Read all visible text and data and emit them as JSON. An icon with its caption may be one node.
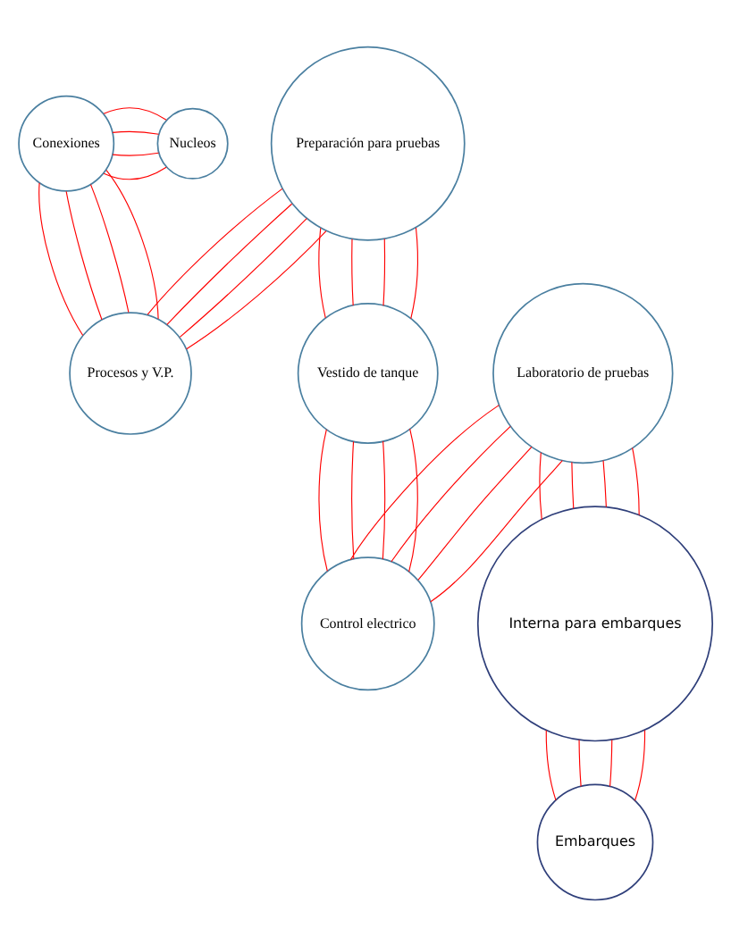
{
  "diagram": {
    "nodes": [
      {
        "text": [
          "Conexiones"
        ]
      },
      {
        "text": [
          "Nucleos"
        ]
      },
      {
        "text": [
          "Preparación para pruebas"
        ]
      },
      {
        "text": [
          "Procesos y V.P."
        ]
      },
      {
        "text": [
          "Laboratorio de pruebas"
        ]
      },
      {
        "text": [
          "Vestido de tanque"
        ]
      },
      {
        "text": [
          "Control electrico"
        ]
      },
      {
        "text": [
          "Interna para embarques"
        ]
      },
      {
        "text": [
          "Embarques"
        ]
      }
    ],
    "edges": [
      {
        "from": 0,
        "to": 1,
        "arrow": "none"
      },
      {
        "from": 0,
        "to": 1,
        "arrow": "none"
      },
      {
        "from": 0,
        "to": 1,
        "arrow": "none"
      },
      {
        "from": 0,
        "to": 1,
        "arrow": "none"
      },
      {
        "from": 0,
        "to": 3,
        "arrow": "none"
      },
      {
        "from": 0,
        "to": 3,
        "arrow": "none"
      },
      {
        "from": 0,
        "to": 3,
        "arrow": "none"
      },
      {
        "from": 0,
        "to": 3,
        "arrow": "none"
      },
      {
        "from": 2,
        "to": 3,
        "arrow": "none"
      },
      {
        "from": 2,
        "to": 3,
        "arrow": "none"
      },
      {
        "from": 2,
        "to": 3,
        "arrow": "none"
      },
      {
        "from": 2,
        "to": 3,
        "arrow": "none"
      },
      {
        "from": 2,
        "to": 5,
        "arrow": "none"
      },
      {
        "from": 2,
        "to": 5,
        "arrow": "none"
      },
      {
        "from": 2,
        "to": 5,
        "arrow": "none"
      },
      {
        "from": 2,
        "to": 5,
        "arrow": "none"
      },
      {
        "from": 4,
        "to": 6,
        "arrow": "none"
      },
      {
        "from": 4,
        "to": 6,
        "arrow": "none"
      },
      {
        "from": 4,
        "to": 6,
        "arrow": "none"
      },
      {
        "from": 4,
        "to": 6,
        "arrow": "none"
      },
      {
        "from": 5,
        "to": 6,
        "arrow": "none"
      },
      {
        "from": 5,
        "to": 6,
        "arrow": "none"
      },
      {
        "from": 5,
        "to": 6,
        "arrow": "none"
      },
      {
        "from": 5,
        "to": 6,
        "arrow": "none"
      },
      {
        "from": 4,
        "to": 7,
        "arrow": "none"
      },
      {
        "from": 4,
        "to": 7,
        "arrow": "none"
      },
      {
        "from": 4,
        "to": 7,
        "arrow": "none"
      },
      {
        "from": 4,
        "to": 7,
        "arrow": "none"
      },
      {
        "from": 7,
        "to": 8,
        "arrow": "none"
      },
      {
        "from": 7,
        "to": 8,
        "arrow": "none"
      },
      {
        "from": 7,
        "to": 8,
        "arrow": "none"
      },
      {
        "from": 7,
        "to": 8,
        "arrow": "none"
      }
    ]
  }
}
